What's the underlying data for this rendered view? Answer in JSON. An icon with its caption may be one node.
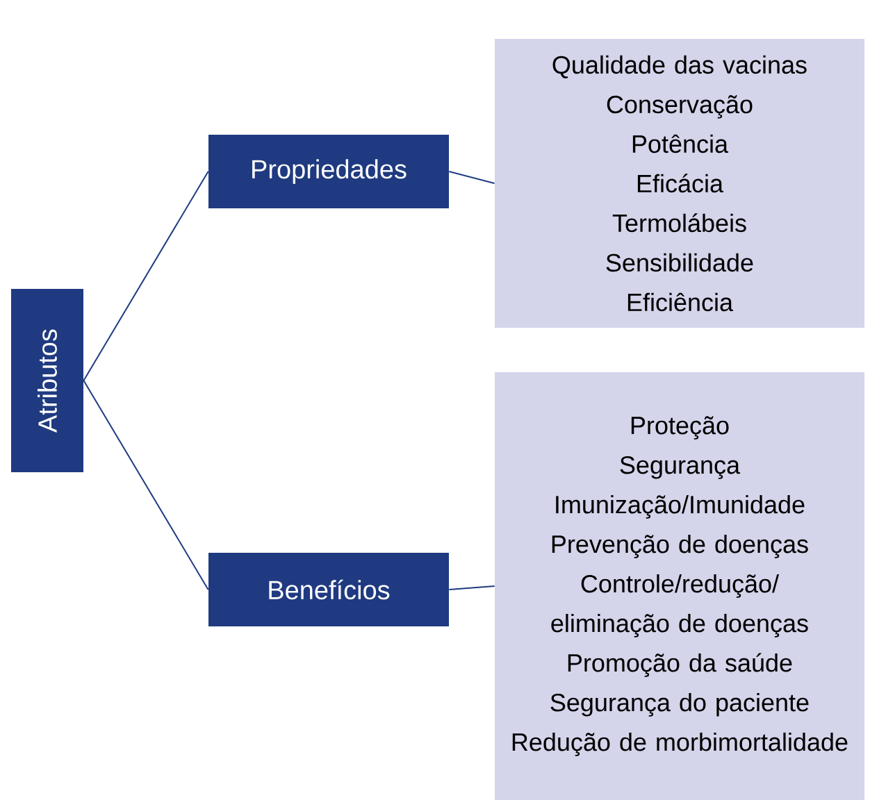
{
  "diagram": {
    "nodes": [
      {
        "text": [
          "Atributos"
        ]
      },
      {
        "text": [
          "Propriedades"
        ]
      },
      {
        "text": [
          "Benefícios"
        ]
      },
      {
        "text": [
          "Qualidade das vacinas",
          "Conservação",
          "Potência",
          "Eficácia",
          "Termolábeis",
          "Sensibilidade",
          "Eficiência"
        ]
      },
      {
        "text": [
          "Proteção",
          "Segurança",
          "Imunização/Imunidade",
          "Prevenção de doenças",
          "Controle/redução/ eliminação de doenças",
          "Promoção da saúde",
          "Segurança do paciente",
          "Redução de morbimortalidade"
        ]
      }
    ],
    "edges": [
      {
        "from": 0,
        "to": 1,
        "arrow": "none"
      },
      {
        "from": 0,
        "to": 2,
        "arrow": "none"
      },
      {
        "from": 1,
        "to": 3,
        "arrow": "none"
      },
      {
        "from": 2,
        "to": 4,
        "arrow": "none"
      }
    ]
  }
}
